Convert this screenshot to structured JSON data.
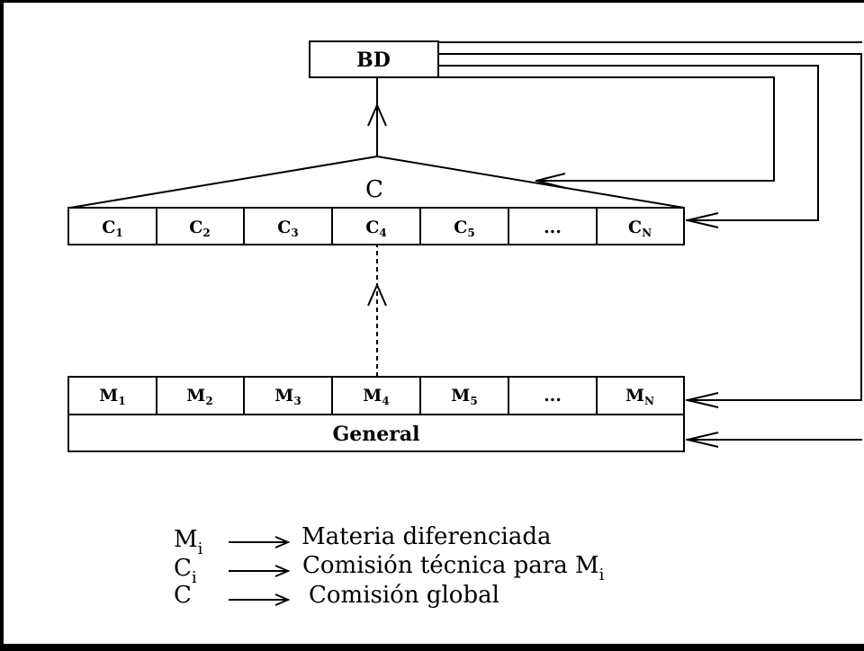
{
  "diagram": {
    "db_label": "BD",
    "global_commission_label": "C",
    "commission_row": {
      "cells": [
        {
          "base": "C",
          "sub": "1"
        },
        {
          "base": "C",
          "sub": "2"
        },
        {
          "base": "C",
          "sub": "3"
        },
        {
          "base": "C",
          "sub": "4"
        },
        {
          "base": "C",
          "sub": "5"
        },
        {
          "base": "...",
          "sub": ""
        },
        {
          "base": "C",
          "sub": "N"
        }
      ]
    },
    "subject_row": {
      "cells": [
        {
          "base": "M",
          "sub": "1"
        },
        {
          "base": "M",
          "sub": "2"
        },
        {
          "base": "M",
          "sub": "3"
        },
        {
          "base": "M",
          "sub": "4"
        },
        {
          "base": "M",
          "sub": "5"
        },
        {
          "base": "...",
          "sub": ""
        },
        {
          "base": "M",
          "sub": "N"
        }
      ]
    },
    "general_label": "General"
  },
  "legend": {
    "items": [
      {
        "symbol": "M",
        "symbol_sub": "i",
        "text": "Materia diferenciada",
        "text_sub_base": "",
        "text_sub": ""
      },
      {
        "symbol": "C",
        "symbol_sub": "i",
        "text": "Comisión técnica para M",
        "text_sub_base": "",
        "text_sub": "i"
      },
      {
        "symbol": "C",
        "symbol_sub": "",
        "text": "Comisión global",
        "text_sub_base": "",
        "text_sub": ""
      }
    ]
  },
  "colors": {
    "background": "#ffffff",
    "frame": "#000000",
    "stroke": "#000000"
  }
}
